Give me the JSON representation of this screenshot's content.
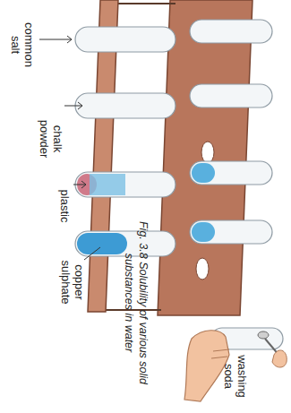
{
  "diagram": {
    "caption": "Fig. 3.8 Solubility of various solid substances in water",
    "labels": [
      "common salt",
      "chalk powder",
      "plastic",
      "copper sulphate",
      "washing soda"
    ]
  }
}
